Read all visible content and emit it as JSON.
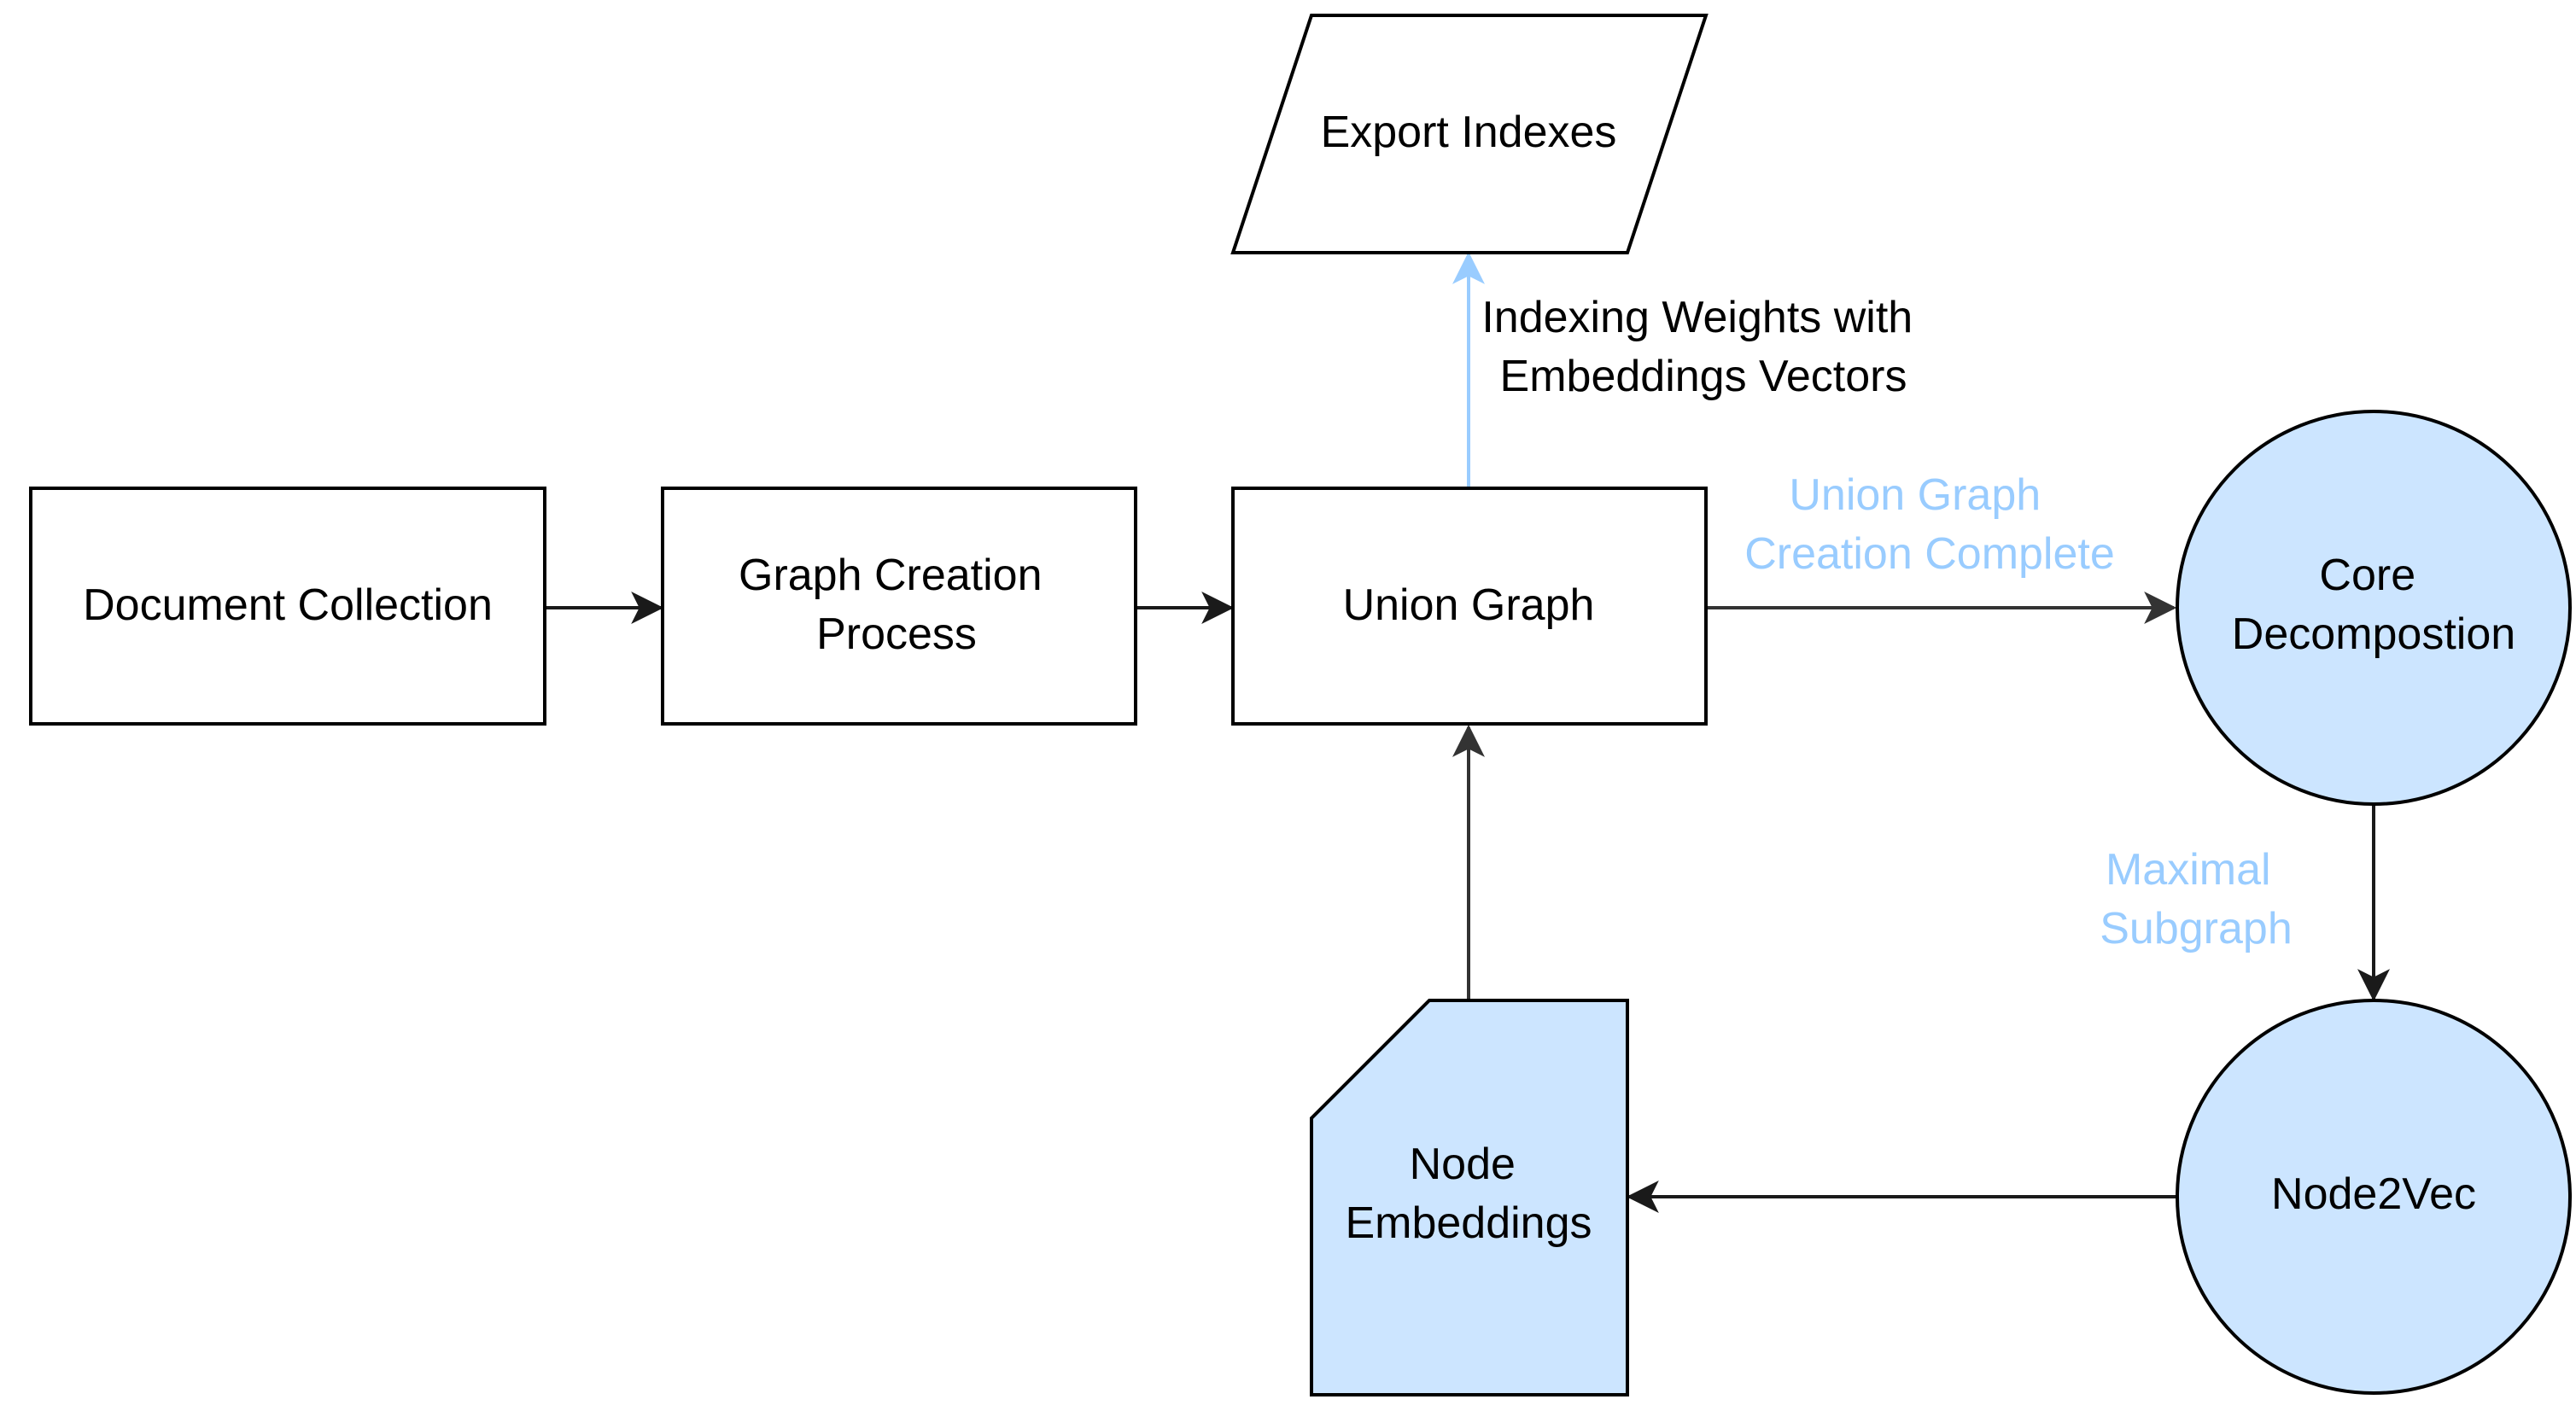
{
  "nodes": {
    "document_collection": {
      "lines": [
        "Document Collection"
      ]
    },
    "graph_creation": {
      "lines": [
        "Graph Creation",
        "Process"
      ]
    },
    "union_graph": {
      "lines": [
        "Union Graph"
      ]
    },
    "export_indexes": {
      "lines": [
        "Export Indexes"
      ]
    },
    "core_decomposition": {
      "lines": [
        "Core",
        "Decompostion"
      ]
    },
    "node2vec": {
      "lines": [
        "Node2Vec"
      ]
    },
    "node_embeddings": {
      "lines": [
        "Node",
        "Embeddings"
      ]
    }
  },
  "edge_labels": {
    "indexing_weights": {
      "lines": [
        "Indexing Weights with",
        "Embeddings Vectors"
      ]
    },
    "union_complete": {
      "lines": [
        "Union Graph",
        "Creation Complete"
      ]
    },
    "maximal_subgraph": {
      "lines": [
        "Maximal",
        "Subgraph"
      ]
    }
  },
  "colors": {
    "stroke": "#000000",
    "fill_blue": "#cce5ff",
    "accent_label": "#99ccff",
    "arrow_dark": "#333333"
  }
}
